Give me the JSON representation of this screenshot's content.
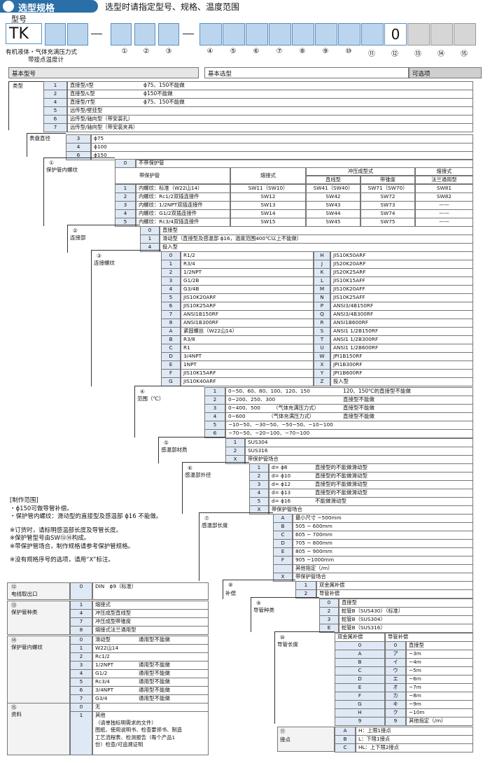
{
  "header": {
    "title": "选型规格",
    "note": "选型时请指定型号、规格、温度范围"
  },
  "model": {
    "label": "型号",
    "prefix": "TK",
    "fixed_zero": "0",
    "desc1": "有机液体・气体充满压力式",
    "desc2": "带接点温度计",
    "positions": [
      "①",
      "②",
      "③",
      "④",
      "⑤",
      "⑥",
      "⑦",
      "⑧",
      "⑨",
      "⑩",
      "⑪",
      "⑫",
      "⑬",
      "⑭",
      "⑮"
    ]
  },
  "columns": {
    "basic_model": "基本型号",
    "basic_select": "基本选型",
    "optional": "可选项"
  },
  "type": {
    "label": "类型",
    "rows": [
      [
        "1",
        "直接型/I型",
        "ϕ75、150不能做"
      ],
      [
        "2",
        "直接型/L型",
        "ϕ150不能做"
      ],
      [
        "4",
        "直接型/T型",
        "ϕ75、150不能做"
      ],
      [
        "5",
        "远传型/壁挂型",
        ""
      ],
      [
        "6",
        "远传型/轴向型（带安装孔）",
        ""
      ],
      [
        "7",
        "远传型/轴向型（带安装夹具）",
        ""
      ]
    ]
  },
  "dial": {
    "label": "表盘直径",
    "rows": [
      [
        "3",
        "ϕ75"
      ],
      [
        "4",
        "ϕ100"
      ],
      [
        "6",
        "ϕ150"
      ]
    ]
  },
  "pipe_thread": {
    "num": "①",
    "label": "保护管内螺纹",
    "none": [
      "0",
      "不带保护管"
    ],
    "h_with": "带保护管",
    "h_weld": "熔接式",
    "h_press": "冲压成型式",
    "h_flange": "熔接式",
    "h_straight": "直线型",
    "h_taper": "带锥度",
    "h_flange_common": "法兰通用型",
    "rows": [
      [
        "1",
        "内螺纹：标准（W22山14）",
        "SW11（SW10）",
        "SW41（SW40）",
        "SW71（SW70）",
        "SW81"
      ],
      [
        "2",
        "内螺纹：Rc1/2双插连接件",
        "SW12",
        "SW42",
        "SW72",
        "SW82"
      ],
      [
        "3",
        "内螺纹：1/2NPT双插连接件",
        "SW13",
        "SW43",
        "SW73",
        "——"
      ],
      [
        "4",
        "内螺纹：G1/2双插连接件",
        "SW14",
        "SW44",
        "SW74",
        "——"
      ],
      [
        "5",
        "内螺纹：Rc3/4双插连接件",
        "SW15",
        "SW45",
        "SW75",
        "——"
      ]
    ]
  },
  "connection": {
    "num": "②",
    "label": "连接部",
    "rows": [
      [
        "0",
        "直接型"
      ],
      [
        "1",
        "滑动型（直接型及感温部 ϕ16，温度范围400℃以上不能做）"
      ],
      [
        "4",
        "投入型"
      ]
    ]
  },
  "conn_thread": {
    "num": "③",
    "label": "连接螺纹",
    "left": [
      [
        "0",
        "R1/2"
      ],
      [
        "1",
        "R3/4"
      ],
      [
        "2",
        "1/2NPT"
      ],
      [
        "3",
        "G1/2B"
      ],
      [
        "4",
        "G3/4B"
      ],
      [
        "5",
        "JIS10K20ARF"
      ],
      [
        "6",
        "JIS10K25ARF"
      ],
      [
        "7",
        "ANSI1B150RF"
      ],
      [
        "8",
        "ANSI1B300RF"
      ],
      [
        "A",
        "紧固螺丝（W22山14）"
      ],
      [
        "B",
        "R3/8"
      ],
      [
        "C",
        "R1"
      ],
      [
        "D",
        "3/4NPT"
      ],
      [
        "E",
        "1NPT"
      ],
      [
        "F",
        "JIS10K15ARF"
      ],
      [
        "G",
        "JIS10K40ARF"
      ]
    ],
    "right": [
      [
        "H",
        "JIS10K50ARF"
      ],
      [
        "J",
        "JIS20K20ARF"
      ],
      [
        "K",
        "JIS20K25ARF"
      ],
      [
        "L",
        "JIS10K15AFF"
      ],
      [
        "M",
        "JIS10K20AFF"
      ],
      [
        "N",
        "JIS10K25AFF"
      ],
      [
        "P",
        "ANSI3/4B150RF"
      ],
      [
        "Q",
        "ANSI3/4B300RF"
      ],
      [
        "R",
        "ANSI1B600RF"
      ],
      [
        "S",
        "ANSI1 1/2B150RF"
      ],
      [
        "T",
        "ANSI1 1/2B300RF"
      ],
      [
        "U",
        "ANSI1 1/2B600RF"
      ],
      [
        "W",
        "JPI1B150RF"
      ],
      [
        "X",
        "JPI1B300RF"
      ],
      [
        "Y",
        "JPI1B600RF"
      ],
      [
        "Z",
        "投入型"
      ]
    ]
  },
  "range": {
    "num": "④",
    "label": "范围（℃）",
    "rows": [
      [
        "1",
        "0~50、60、80、100、120、150",
        "120、150℃的直接型不能做"
      ],
      [
        "2",
        "0~200、250、300",
        "直接型不能做"
      ],
      [
        "3",
        "0~400、500　　　（气体充满压力式）",
        "直接型不能做"
      ],
      [
        "4",
        "0~600　　　　　（气体充满压力式）",
        "直接型不能做"
      ],
      [
        "5",
        "−10~50、−30~50、−50~50、−10~100",
        ""
      ],
      [
        "6",
        "−70~50、−20~100、−70~100",
        ""
      ]
    ]
  },
  "material": {
    "num": "⑤",
    "label": "感温部材质",
    "rows": [
      [
        "1",
        "SUS304"
      ],
      [
        "2",
        "SUS316"
      ],
      [
        "X",
        "带保护管场合"
      ]
    ]
  },
  "diameter": {
    "num": "⑥",
    "label": "感温部外径",
    "rows": [
      [
        "1",
        "d= ϕ8",
        "直接型的不能做滑动型"
      ],
      [
        "2",
        "d= ϕ10",
        "直接型的不能做滑动型"
      ],
      [
        "3",
        "d= ϕ12",
        "直接型的不能做滑动型"
      ],
      [
        "4",
        "d= ϕ13",
        "直接型的不能做滑动型"
      ],
      [
        "5",
        "d= ϕ16",
        "不能做滑动型"
      ],
      [
        "X",
        "带保护管场合",
        ""
      ]
    ]
  },
  "notes": {
    "title": "[制作范围]",
    "lines": [
      "・ϕ150可做导管补偿。",
      "・保护管内螺纹：滑动型的直接型及感温部 ϕ16 不能做。",
      "",
      "※订货时，请标明感温部长度及导管长度。",
      "※保护管型号由SW⑬⑭构成。",
      "※带保护管场合，制作规格请参考保护管规格。",
      "",
      "※没有规格序号的选项，请用“X”标注。"
    ]
  },
  "length": {
    "num": "⑦",
    "label": "感温部长度",
    "rows": [
      [
        "A",
        "最小尺寸 ~500mm"
      ],
      [
        "B",
        "505 ~ 600mm"
      ],
      [
        "C",
        "605 ~ 700mm"
      ],
      [
        "D",
        "705 ~ 800mm"
      ],
      [
        "E",
        "805 ~ 900mm"
      ],
      [
        "F",
        "905 ~1000mm"
      ],
      [
        "",
        "其他指定（/m）"
      ],
      [
        "X",
        "带保护管场合"
      ]
    ]
  },
  "compensation": {
    "num": "⑧",
    "label": "补偿",
    "rows": [
      [
        "1",
        "双金属补偿"
      ],
      [
        "2",
        "导管补偿"
      ]
    ]
  },
  "conduit_type": {
    "num": "⑨",
    "label": "导管种类",
    "rows": [
      [
        "0",
        "直接型"
      ],
      [
        "2",
        "蛇管B（SUS430）（标准）"
      ],
      [
        "3",
        "蛇管B（SUS304）"
      ],
      [
        "E",
        "蛇管B（SUS316）"
      ]
    ]
  },
  "conduit_length": {
    "num": "⑩",
    "label": "导管长度",
    "h1": "双金属补偿",
    "h2": "导管补偿",
    "rows": [
      [
        "0",
        "0",
        "直接型"
      ],
      [
        "A",
        "ア",
        "~3m"
      ],
      [
        "B",
        "イ",
        "~4m"
      ],
      [
        "C",
        "ウ",
        "~5m"
      ],
      [
        "D",
        "エ",
        "~6m"
      ],
      [
        "E",
        "オ",
        "~7m"
      ],
      [
        "F",
        "カ",
        "~8m"
      ],
      [
        "G",
        "キ",
        "~9m"
      ],
      [
        "H",
        "ク",
        "~10m"
      ],
      [
        "9",
        "9",
        "其他指定（/m）"
      ]
    ]
  },
  "contact": {
    "num": "⑪",
    "label": "接点",
    "rows": [
      [
        "A",
        "H：上限1接点"
      ],
      [
        "B",
        "L：下限1接点"
      ],
      [
        "C",
        "HL：上下限2接点"
      ]
    ]
  },
  "outlet": {
    "num": "⑫",
    "label": "电线取出口",
    "rows": [
      [
        "0",
        "DIN　ϕ9（标准）"
      ]
    ]
  },
  "pipe_kind": {
    "num": "⑬",
    "label": "保护管种类",
    "rows": [
      [
        "1",
        "熔接式"
      ],
      [
        "4",
        "冲压成型直线型"
      ],
      [
        "7",
        "冲压成型带锥度"
      ],
      [
        "8",
        "熔接式法兰通用型"
      ]
    ]
  },
  "pipe_inner": {
    "num": "⑭",
    "label": "保护管内螺纹",
    "rows": [
      [
        "0",
        "滑动型",
        "通用型不能做"
      ],
      [
        "1",
        "W22山14",
        ""
      ],
      [
        "2",
        "Rc1/2",
        ""
      ],
      [
        "3",
        "1/2NPT",
        "通用型不能做"
      ],
      [
        "4",
        "G1/2",
        "通用型不能做"
      ],
      [
        "5",
        "Rc3/4",
        "通用型不能做"
      ],
      [
        "6",
        "3/4NPT",
        "通用型不能做"
      ],
      [
        "7",
        "G3/4",
        "通用型不能做"
      ]
    ]
  },
  "materials": {
    "num": "⑮",
    "label": "资料",
    "rows": [
      [
        "0",
        "无"
      ],
      [
        "1",
        "其他\n（请单独标明需求的文件）\n图纸、使用说明书、检查要领书、制造\n工艺流程表、检测报告（每个产品1\n份）检查/可追溯证明"
      ]
    ]
  },
  "colors": {
    "accent": "#2b6fa8",
    "box_blue": "#bcd5ef",
    "num_cell": "#dfe9f5"
  }
}
